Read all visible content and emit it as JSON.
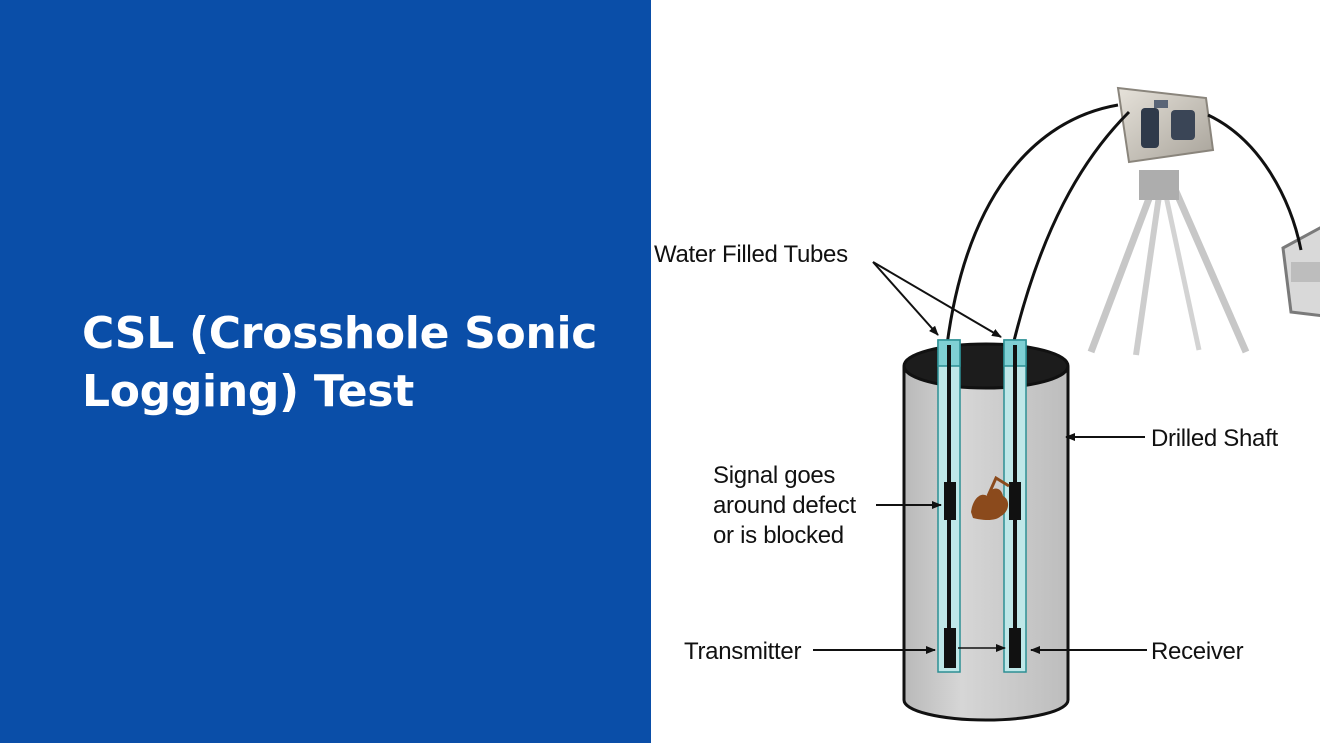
{
  "slide": {
    "title": "CSL (Crosshole Sonic Logging) Test"
  },
  "diagram": {
    "labels": {
      "water_filled_tubes": "Water Filled Tubes",
      "drilled_shaft": "Drilled Shaft",
      "signal_line1": "Signal goes",
      "signal_line2": "around defect",
      "signal_line3": "or is blocked",
      "transmitter": "Transmitter",
      "receiver": "Receiver"
    }
  },
  "colors": {
    "left_panel": "#0a4ea8",
    "title_text": "#ffffff",
    "shaft_fill": "#c9c9c9",
    "tube": "#8fd3d6",
    "defect": "#8b4a1c"
  }
}
